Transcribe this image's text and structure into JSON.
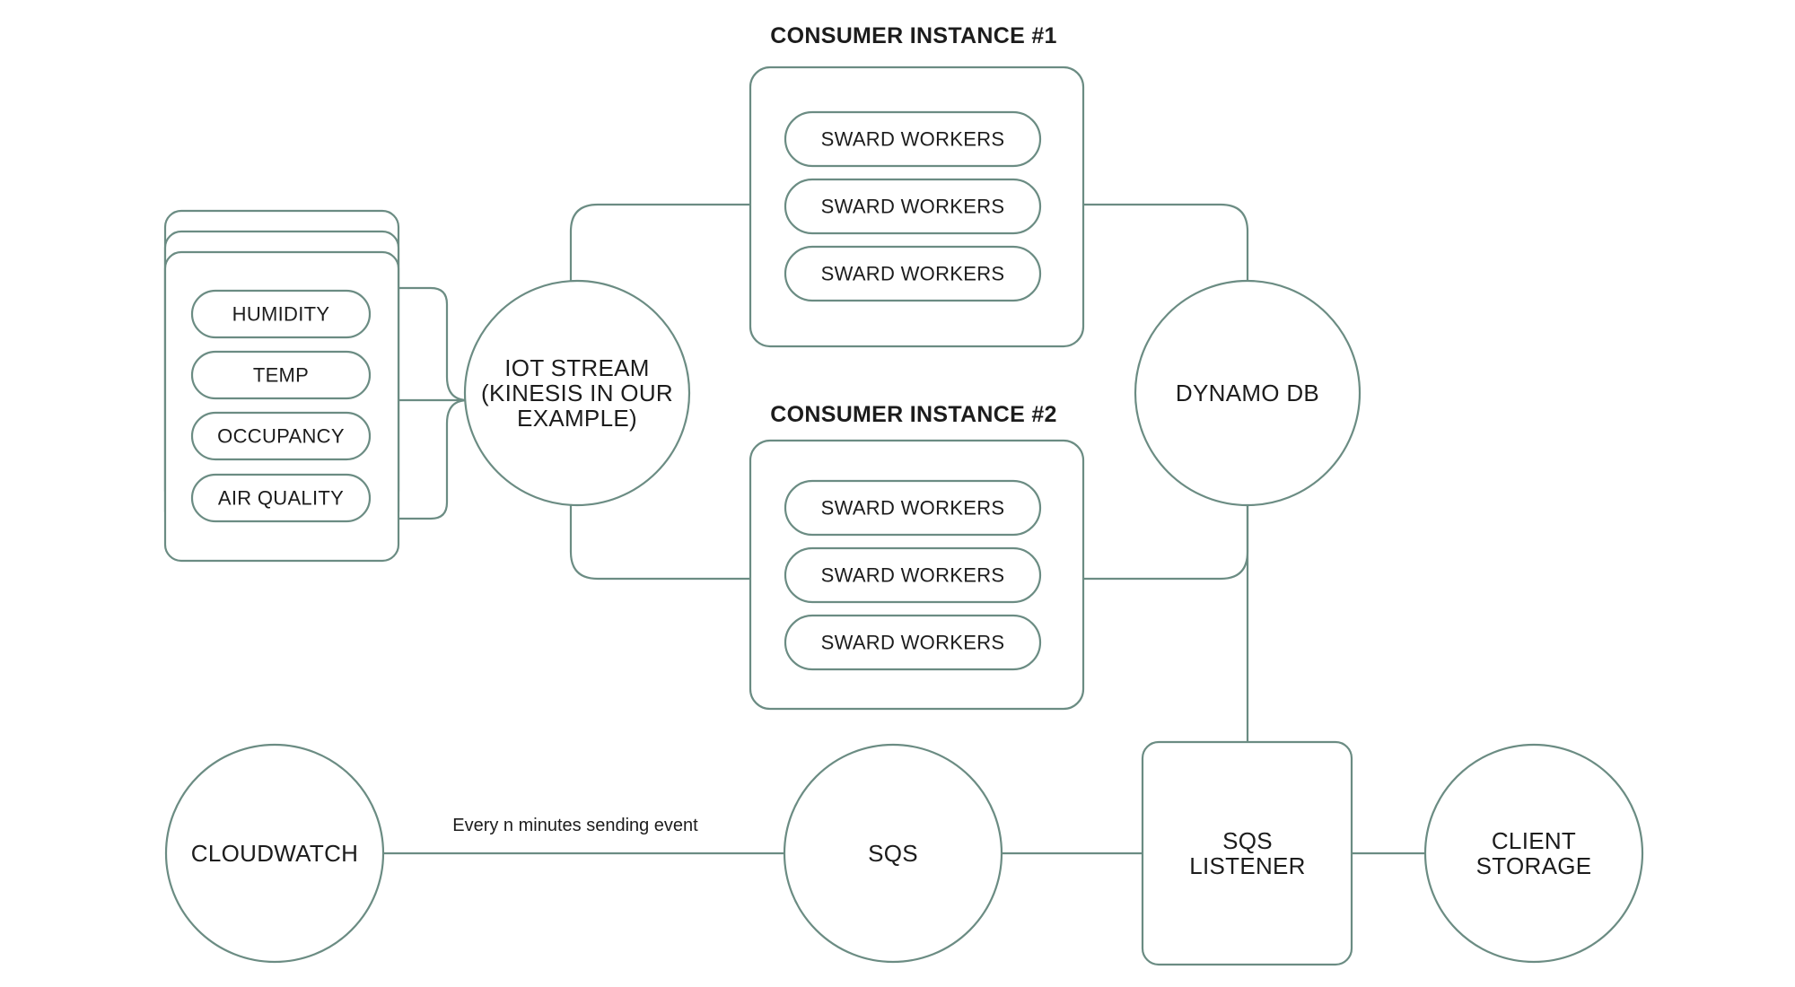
{
  "consumer_instance_1": {
    "title": "CONSUMER INSTANCE #1",
    "workers": [
      "SWARD WORKERS",
      "SWARD WORKERS",
      "SWARD WORKERS"
    ]
  },
  "consumer_instance_2": {
    "title": "CONSUMER INSTANCE #2",
    "workers": [
      "SWARD WORKERS",
      "SWARD WORKERS",
      "SWARD WORKERS"
    ]
  },
  "sensors": {
    "items": [
      "HUMIDITY",
      "TEMP",
      "OCCUPANCY",
      "AIR QUALITY"
    ]
  },
  "iot_stream": {
    "lines": [
      "IOT STREAM",
      "(KINESIS IN OUR",
      "EXAMPLE)"
    ]
  },
  "dynamo_db": {
    "label": "DYNAMO DB"
  },
  "cloudwatch": {
    "label": "CLOUDWATCH"
  },
  "edge_cloudwatch_sqs": {
    "label": "Every n minutes sending event"
  },
  "sqs": {
    "label": "SQS"
  },
  "sqs_listener": {
    "lines": [
      "SQS",
      "LISTENER"
    ]
  },
  "client_storage": {
    "lines": [
      "CLIENT",
      "STORAGE"
    ]
  },
  "colors": {
    "stroke": "#6b8c83",
    "text": "#1c1c1c",
    "background": "#ffffff"
  }
}
